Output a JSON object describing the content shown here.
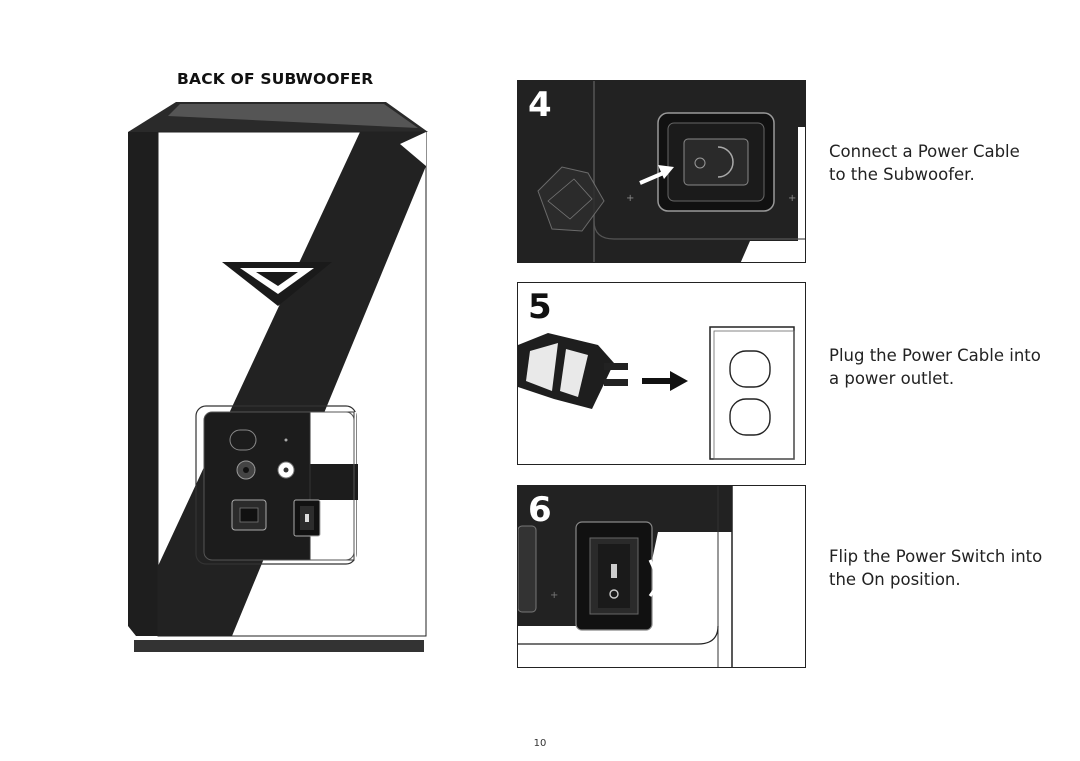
{
  "section_title": "BACK OF SUBWOOFER",
  "steps": [
    {
      "number": "4",
      "line1": "Connect a Power Cable",
      "line2": "to the Subwoofer."
    },
    {
      "number": "5",
      "line1": "Plug the Power Cable into",
      "line2": "a power outlet."
    },
    {
      "number": "6",
      "line1": "Flip the Power Switch into",
      "line2": "the On position."
    }
  ],
  "page_number": "10"
}
